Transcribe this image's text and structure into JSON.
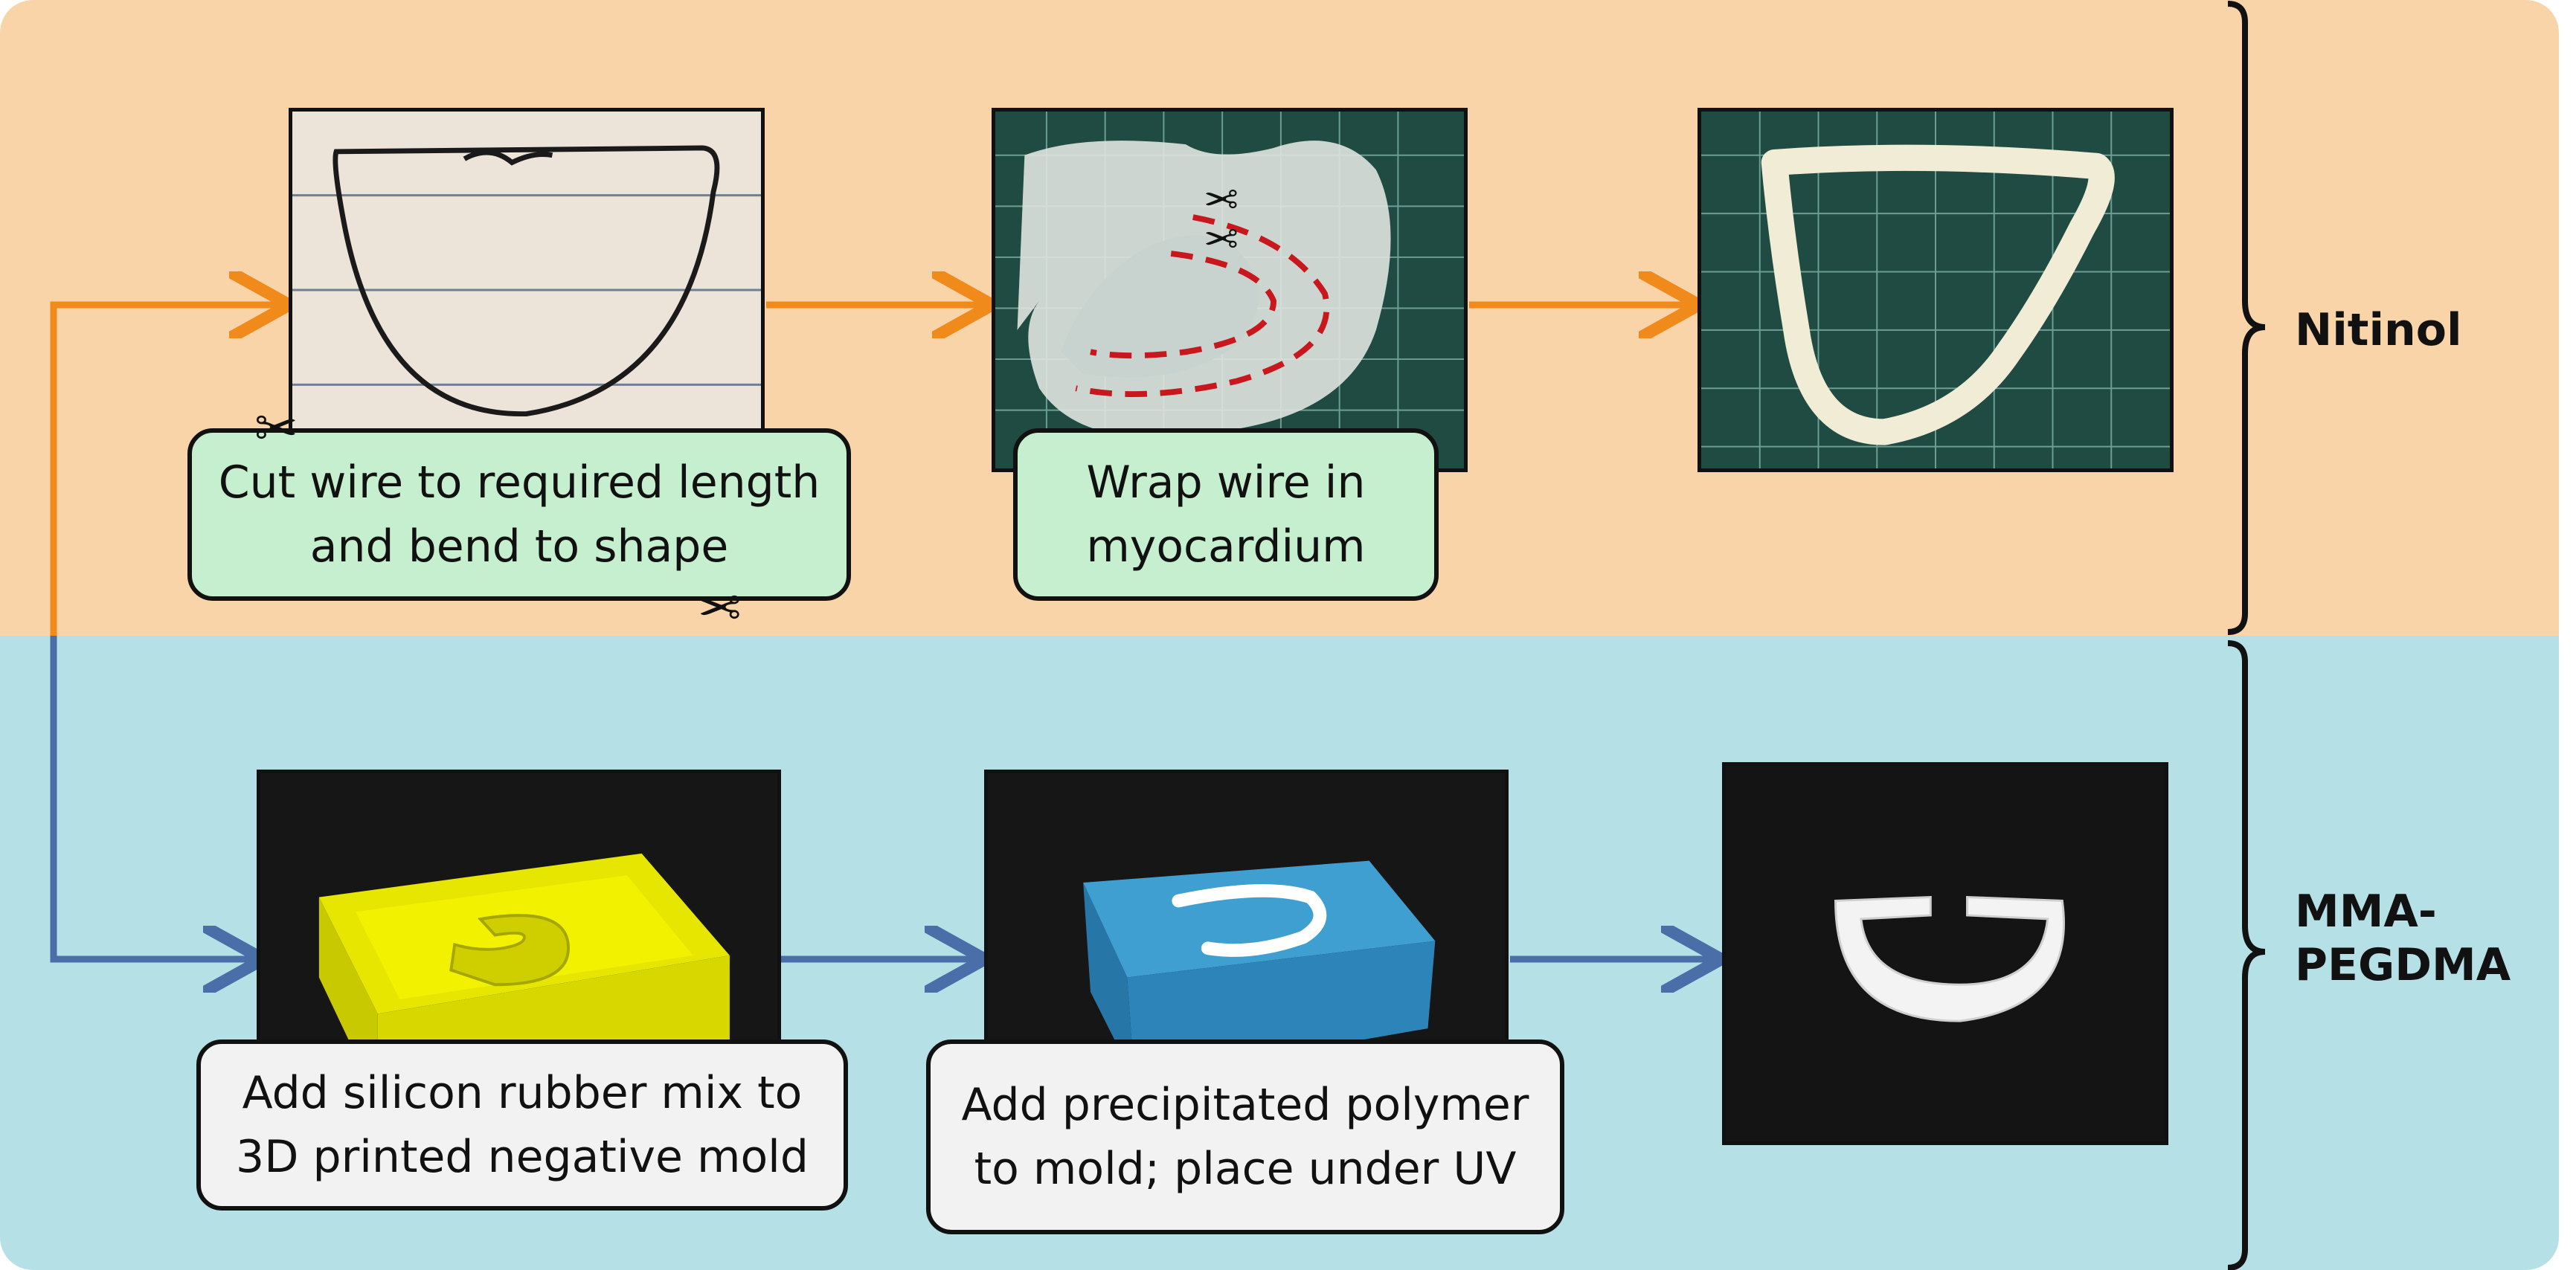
{
  "labels": {
    "nitinol": "Nitinol",
    "mma_pegdma": "MMA-\nPEGDMA"
  },
  "steps": {
    "nitinol_1": "Cut wire to required length and bend to shape",
    "nitinol_2": "Wrap wire in myocardium",
    "mma_1": "Add silicon rubber mix to 3D printed negative mold",
    "mma_2": "Add precipitated polymer to mold; place under UV"
  },
  "colors": {
    "nitinol_band": "#f9d4a8",
    "mma_band": "#b5e0e6",
    "nitinol_arrow": "#f08a1a",
    "mma_arrow": "#4a6fa8",
    "caption_green": "#c6efcf",
    "caption_grey": "#f2f2f2",
    "cut_line": "#c8181e"
  },
  "icons": [
    "scissors-icon",
    "arrow-icon",
    "brace-icon"
  ]
}
